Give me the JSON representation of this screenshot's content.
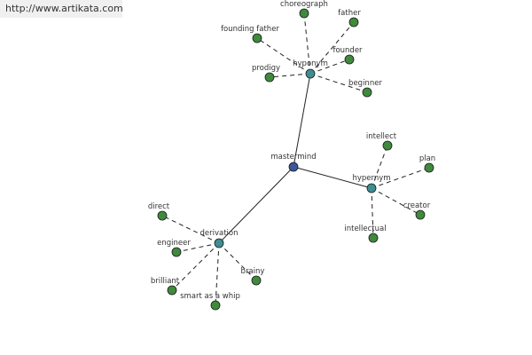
{
  "watermark": "http://www.artikata.com",
  "colors": {
    "root_node": "#3d5599",
    "hub_node": "#3e8d91",
    "leaf_node": "#3f8a3d",
    "edge": "#222222",
    "label": "#333333"
  },
  "graph": {
    "root": "mastermind",
    "hubs": [
      {
        "id": "hub-top",
        "label": "hyponym",
        "leaves": [
          "choreograph",
          "father",
          "founding father",
          "founder",
          "prodigy",
          "beginner"
        ]
      },
      {
        "id": "hub-right",
        "label": "hypernym",
        "leaves": [
          "intellect",
          "plan",
          "creator",
          "intellectual"
        ]
      },
      {
        "id": "hub-left",
        "label": "derivation",
        "leaves": [
          "direct",
          "engineer",
          "brilliant",
          "smart as a whip",
          "brainy"
        ]
      }
    ]
  }
}
